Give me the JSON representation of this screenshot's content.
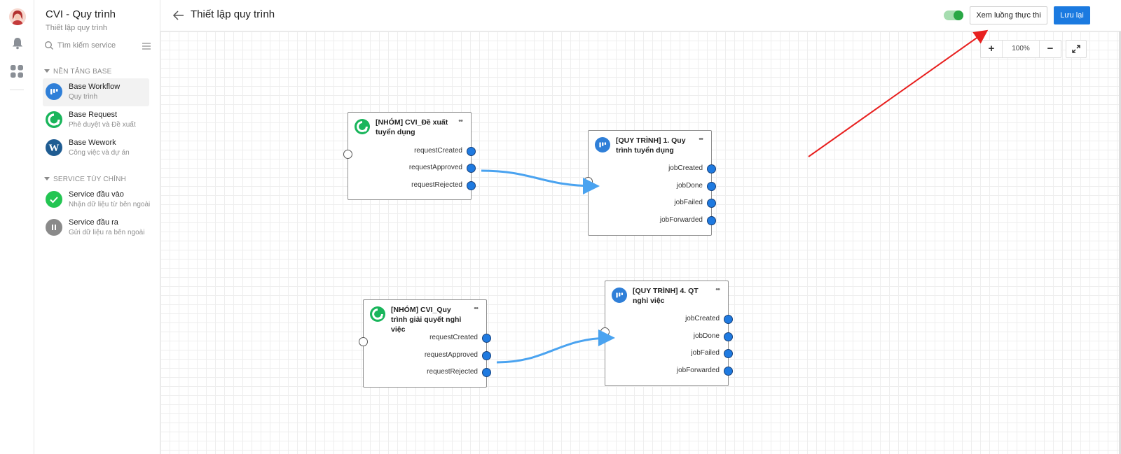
{
  "app": {
    "title": "CVI - Quy trình",
    "subtitle": "Thiết lập quy trình"
  },
  "search": {
    "placeholder": "Tìm kiếm service"
  },
  "sections": {
    "base": {
      "heading": "NỀN TẢNG BASE",
      "items": [
        {
          "name": "Base Workflow",
          "desc": "Quy trình",
          "icon": "base-workflow-icon",
          "color": "#2f7fd8"
        },
        {
          "name": "Base Request",
          "desc": "Phê duyệt và Đề xuất",
          "icon": "base-request-icon",
          "color": "#19b55b"
        },
        {
          "name": "Base Wework",
          "desc": "Công việc và dự án",
          "icon": "base-wework-icon",
          "color": "#1f5c92"
        }
      ]
    },
    "custom": {
      "heading": "SERVICE TÙY CHỈNH",
      "items": [
        {
          "name": "Service đầu vào",
          "desc": "Nhận dữ liệu từ bên ngoài",
          "icon": "check-icon",
          "color": "#23c552"
        },
        {
          "name": "Service đầu ra",
          "desc": "Gửi dữ liệu ra bên ngoài",
          "icon": "pause-icon",
          "color": "#8a8a8a"
        }
      ]
    }
  },
  "header": {
    "title": "Thiết lập quy trình",
    "toggle_on": true,
    "run_button": "Xem luồng thực thi",
    "save_button": "Lưu lại"
  },
  "zoom": {
    "level": "100%"
  },
  "nodes": [
    {
      "title": "[NHÓM] CVI_Đề xuất tuyển dụng",
      "type": "request",
      "ports": [
        "requestCreated",
        "requestApproved",
        "requestRejected"
      ]
    },
    {
      "title": "[QUY TRÌNH] 1. Quy trình tuyển dụng",
      "type": "workflow",
      "ports": [
        "jobCreated",
        "jobDone",
        "jobFailed",
        "jobForwarded"
      ]
    },
    {
      "title": "[NHÓM] CVI_Quy trình giải quyết nghỉ việc",
      "type": "request",
      "ports": [
        "requestCreated",
        "requestApproved",
        "requestRejected"
      ]
    },
    {
      "title": "[QUY TRÌNH] 4. QT nghỉ việc",
      "type": "workflow",
      "ports": [
        "jobCreated",
        "jobDone",
        "jobFailed",
        "jobForwarded"
      ]
    }
  ],
  "colors": {
    "accent": "#1b7ae0",
    "connector": "#4aa3f0",
    "annotation_arrow": "#e8201f"
  }
}
